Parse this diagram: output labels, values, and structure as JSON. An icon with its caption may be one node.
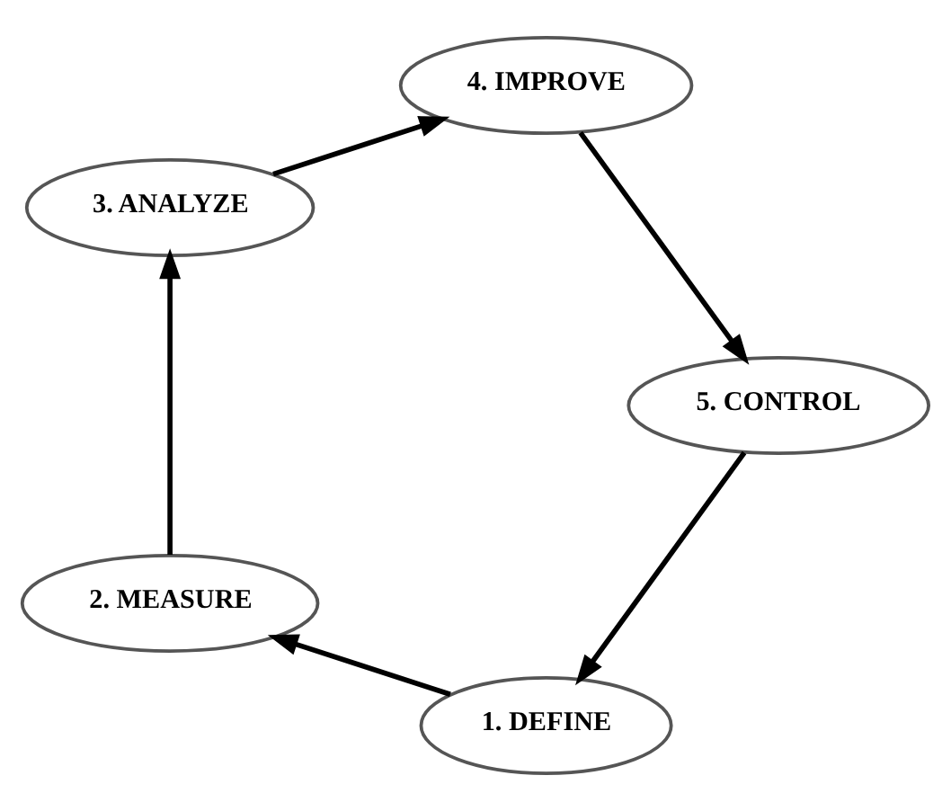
{
  "diagram": {
    "nodes": [
      {
        "text": [
          "1. DEFINE"
        ]
      },
      {
        "text": [
          "2. MEASURE"
        ]
      },
      {
        "text": [
          "3. ANALYZE"
        ]
      },
      {
        "text": [
          "4. IMPROVE"
        ]
      },
      {
        "text": [
          "5. CONTROL"
        ]
      }
    ],
    "edges": [
      {
        "from": 4,
        "to": 0,
        "arrow": "to"
      },
      {
        "from": 0,
        "to": 1,
        "arrow": "to"
      },
      {
        "from": 1,
        "to": 2,
        "arrow": "to"
      },
      {
        "from": 2,
        "to": 3,
        "arrow": "to"
      },
      {
        "from": 3,
        "to": 4,
        "arrow": "to"
      }
    ]
  }
}
